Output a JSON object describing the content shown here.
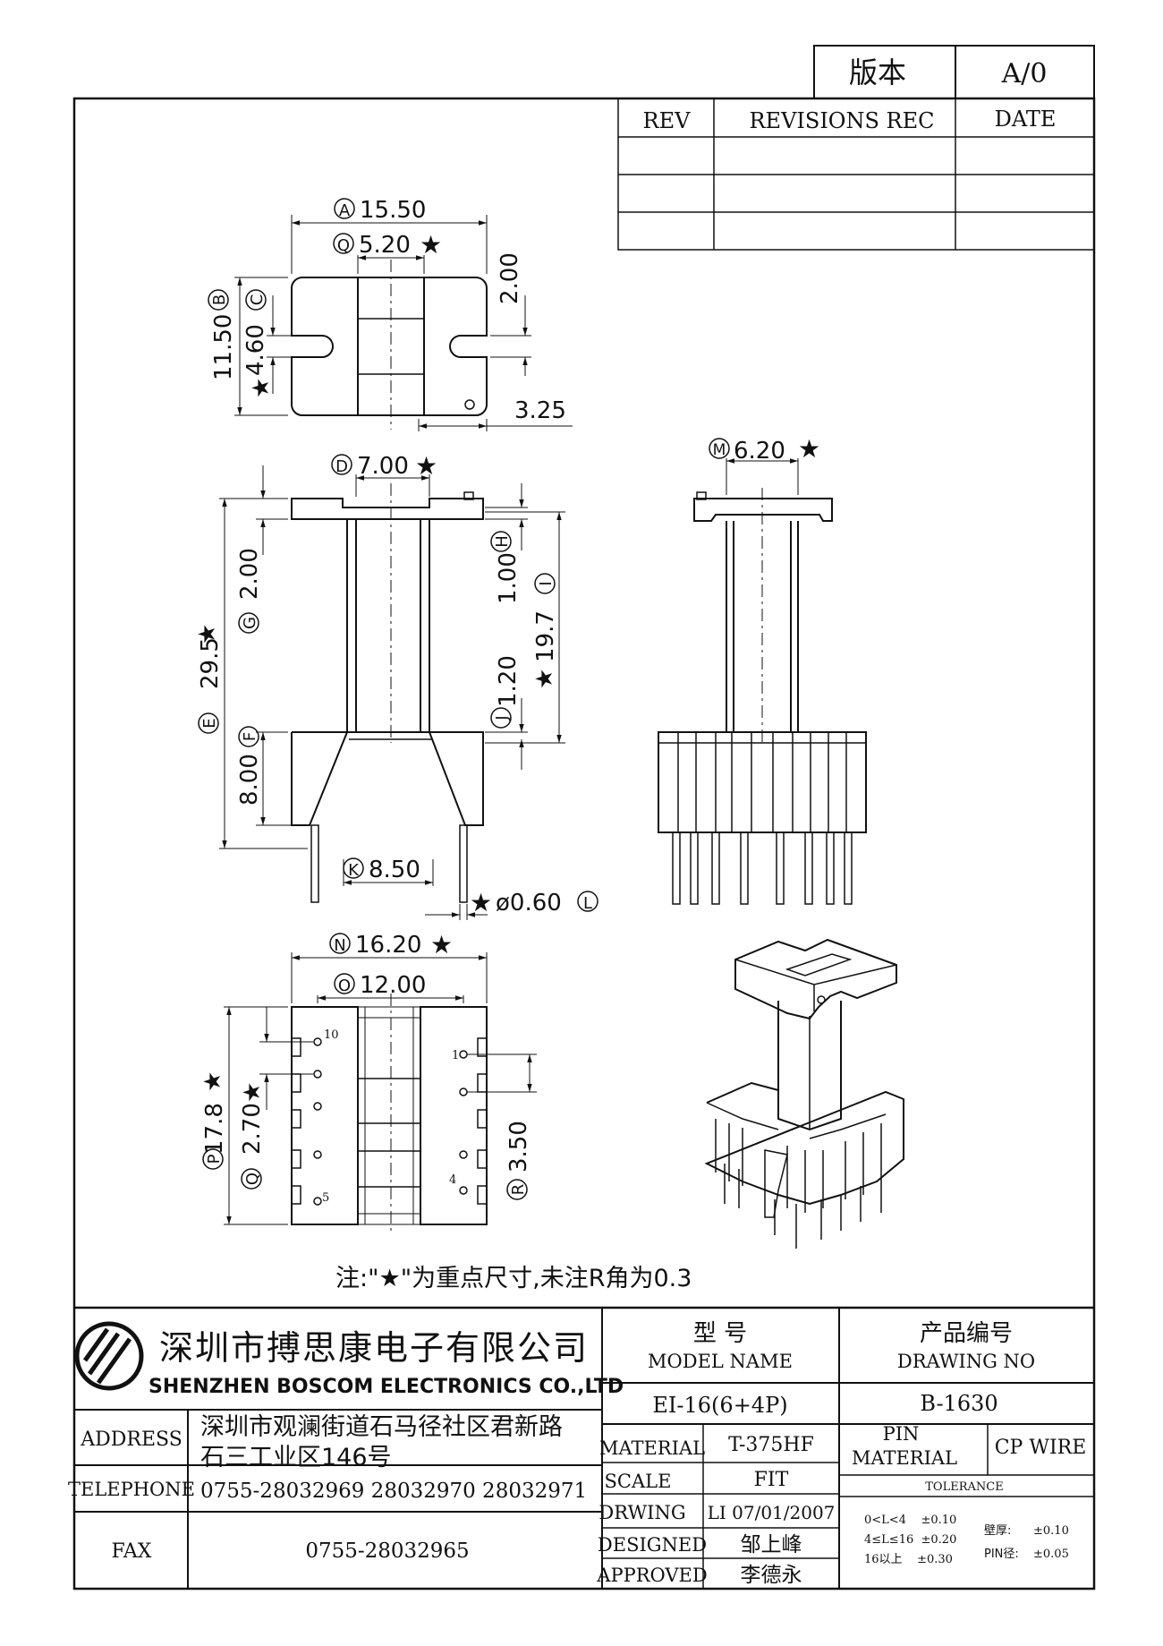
{
  "version_box": {
    "label": "版本",
    "value": "A/0"
  },
  "revisions": {
    "rev_header": "REV",
    "rec_header": "REVISIONS REC",
    "date_header": "DATE"
  },
  "dimensions": {
    "A": "A",
    "A_val": "15.50",
    "Q": "Q",
    "Q_top_val": "5.20",
    "B": "B",
    "B_val": "11.50",
    "C": "C",
    "C_val": "4.60",
    "two_top": "2.00",
    "three25": "3.25",
    "D": "D",
    "D_val": "7.00",
    "M": "M",
    "M_val": "6.20",
    "E": "E",
    "E_val": "29.5",
    "G": "G",
    "G_val": "2.00",
    "F": "F",
    "F_val": "8.00",
    "H": "H",
    "H_val": "1.00",
    "I": "I",
    "I_val": "19.7",
    "J": "J",
    "J_val": "1.20",
    "K": "K",
    "K_val": "8.50",
    "L": "L",
    "L_val": "ø0.60",
    "N": "N",
    "N_val": "16.20",
    "O": "O",
    "O_val": "12.00",
    "P": "P",
    "P_val": "17.8",
    "Q2_val": "2.70",
    "R": "R",
    "R_val": "3.50",
    "star": "★",
    "pin_1": "1",
    "pin_4": "4",
    "pin_5": "5",
    "pin_10": "10"
  },
  "note": "注:\"★\"为重点尺寸,未注R角为0.3",
  "title_block": {
    "company_cn": "深圳市搏思康电子有限公司",
    "company_en": "SHENZHEN BOSCOM ELECTRONICS CO.,LTD",
    "address_label": "ADDRESS",
    "address_line1": "深圳市观澜街道石马径社区君新路",
    "address_line2": "石三工业区146号",
    "telephone_label": "TELEPHONE",
    "telephone": "0755-28032969 28032970 28032971",
    "fax_label": "FAX",
    "fax": "0755-28032965",
    "model_cn": "型 号",
    "model_en": "MODEL NAME",
    "model_value": "EI-16(6+4P)",
    "drawing_cn": "产品编号",
    "drawing_en": "DRAWING NO",
    "drawing_value": "B-1630",
    "material_label": "MATERIAL",
    "material_value": "T-375HF",
    "scale_label": "SCALE",
    "scale_value": "FIT",
    "drwing_label": "DRWING",
    "drwing_value": "LI 07/01/2007",
    "designed_label": "DESIGNED",
    "designed_value": "邹上峰",
    "approved_label": "APPROVED",
    "approved_value": "李德永",
    "pin_material_label1": "PIN",
    "pin_material_label2": "MATERIAL",
    "pin_material_value": "CP WIRE",
    "tolerance_label": "TOLERANCE",
    "tol_line1": "0<L<4    ±0.10",
    "tol_line2": "4≤L≤16  ±0.20",
    "tol_line3": "16以上    ±0.30",
    "wall_label": "壁厚:",
    "wall_value": "±0.10",
    "pin_dia_label": "PIN径:",
    "pin_dia_value": "±0.05"
  }
}
